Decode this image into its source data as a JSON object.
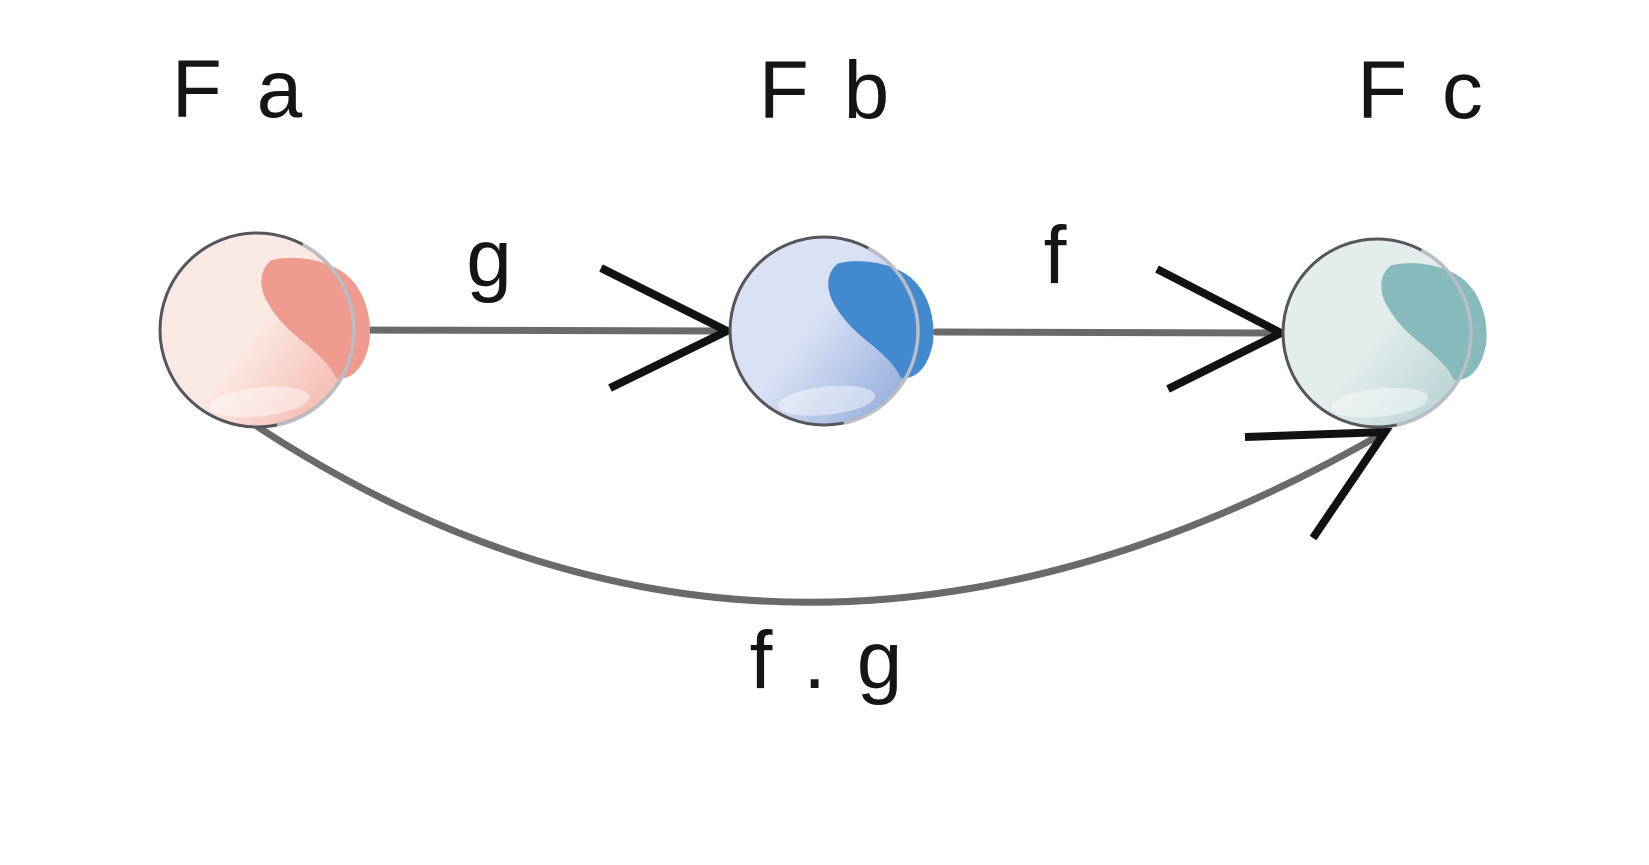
{
  "diagram": {
    "kind": "functor-composition",
    "nodes": [
      {
        "id": "fa",
        "label": "F a",
        "body_light": "#fbeae4",
        "body_dark": "#f3b5aa",
        "crescent": "#ef9b8f"
      },
      {
        "id": "fb",
        "label": "F b",
        "body_light": "#d9e1f4",
        "body_dark": "#90aada",
        "crescent": "#4389cf"
      },
      {
        "id": "fc",
        "label": "F c",
        "body_light": "#e3edec",
        "body_dark": "#b5d1d1",
        "crescent": "#86babd"
      }
    ],
    "arrows": [
      {
        "id": "g",
        "label": "g"
      },
      {
        "id": "f",
        "label": "f"
      },
      {
        "id": "fg",
        "label": "f . g"
      }
    ],
    "colors": {
      "background": "#ffffff",
      "outline": "#55565c",
      "edge_highlight": "#b9bdc5",
      "shaft": "#6a6a6a",
      "arrowhead": "#121212",
      "text": "#151515"
    }
  }
}
